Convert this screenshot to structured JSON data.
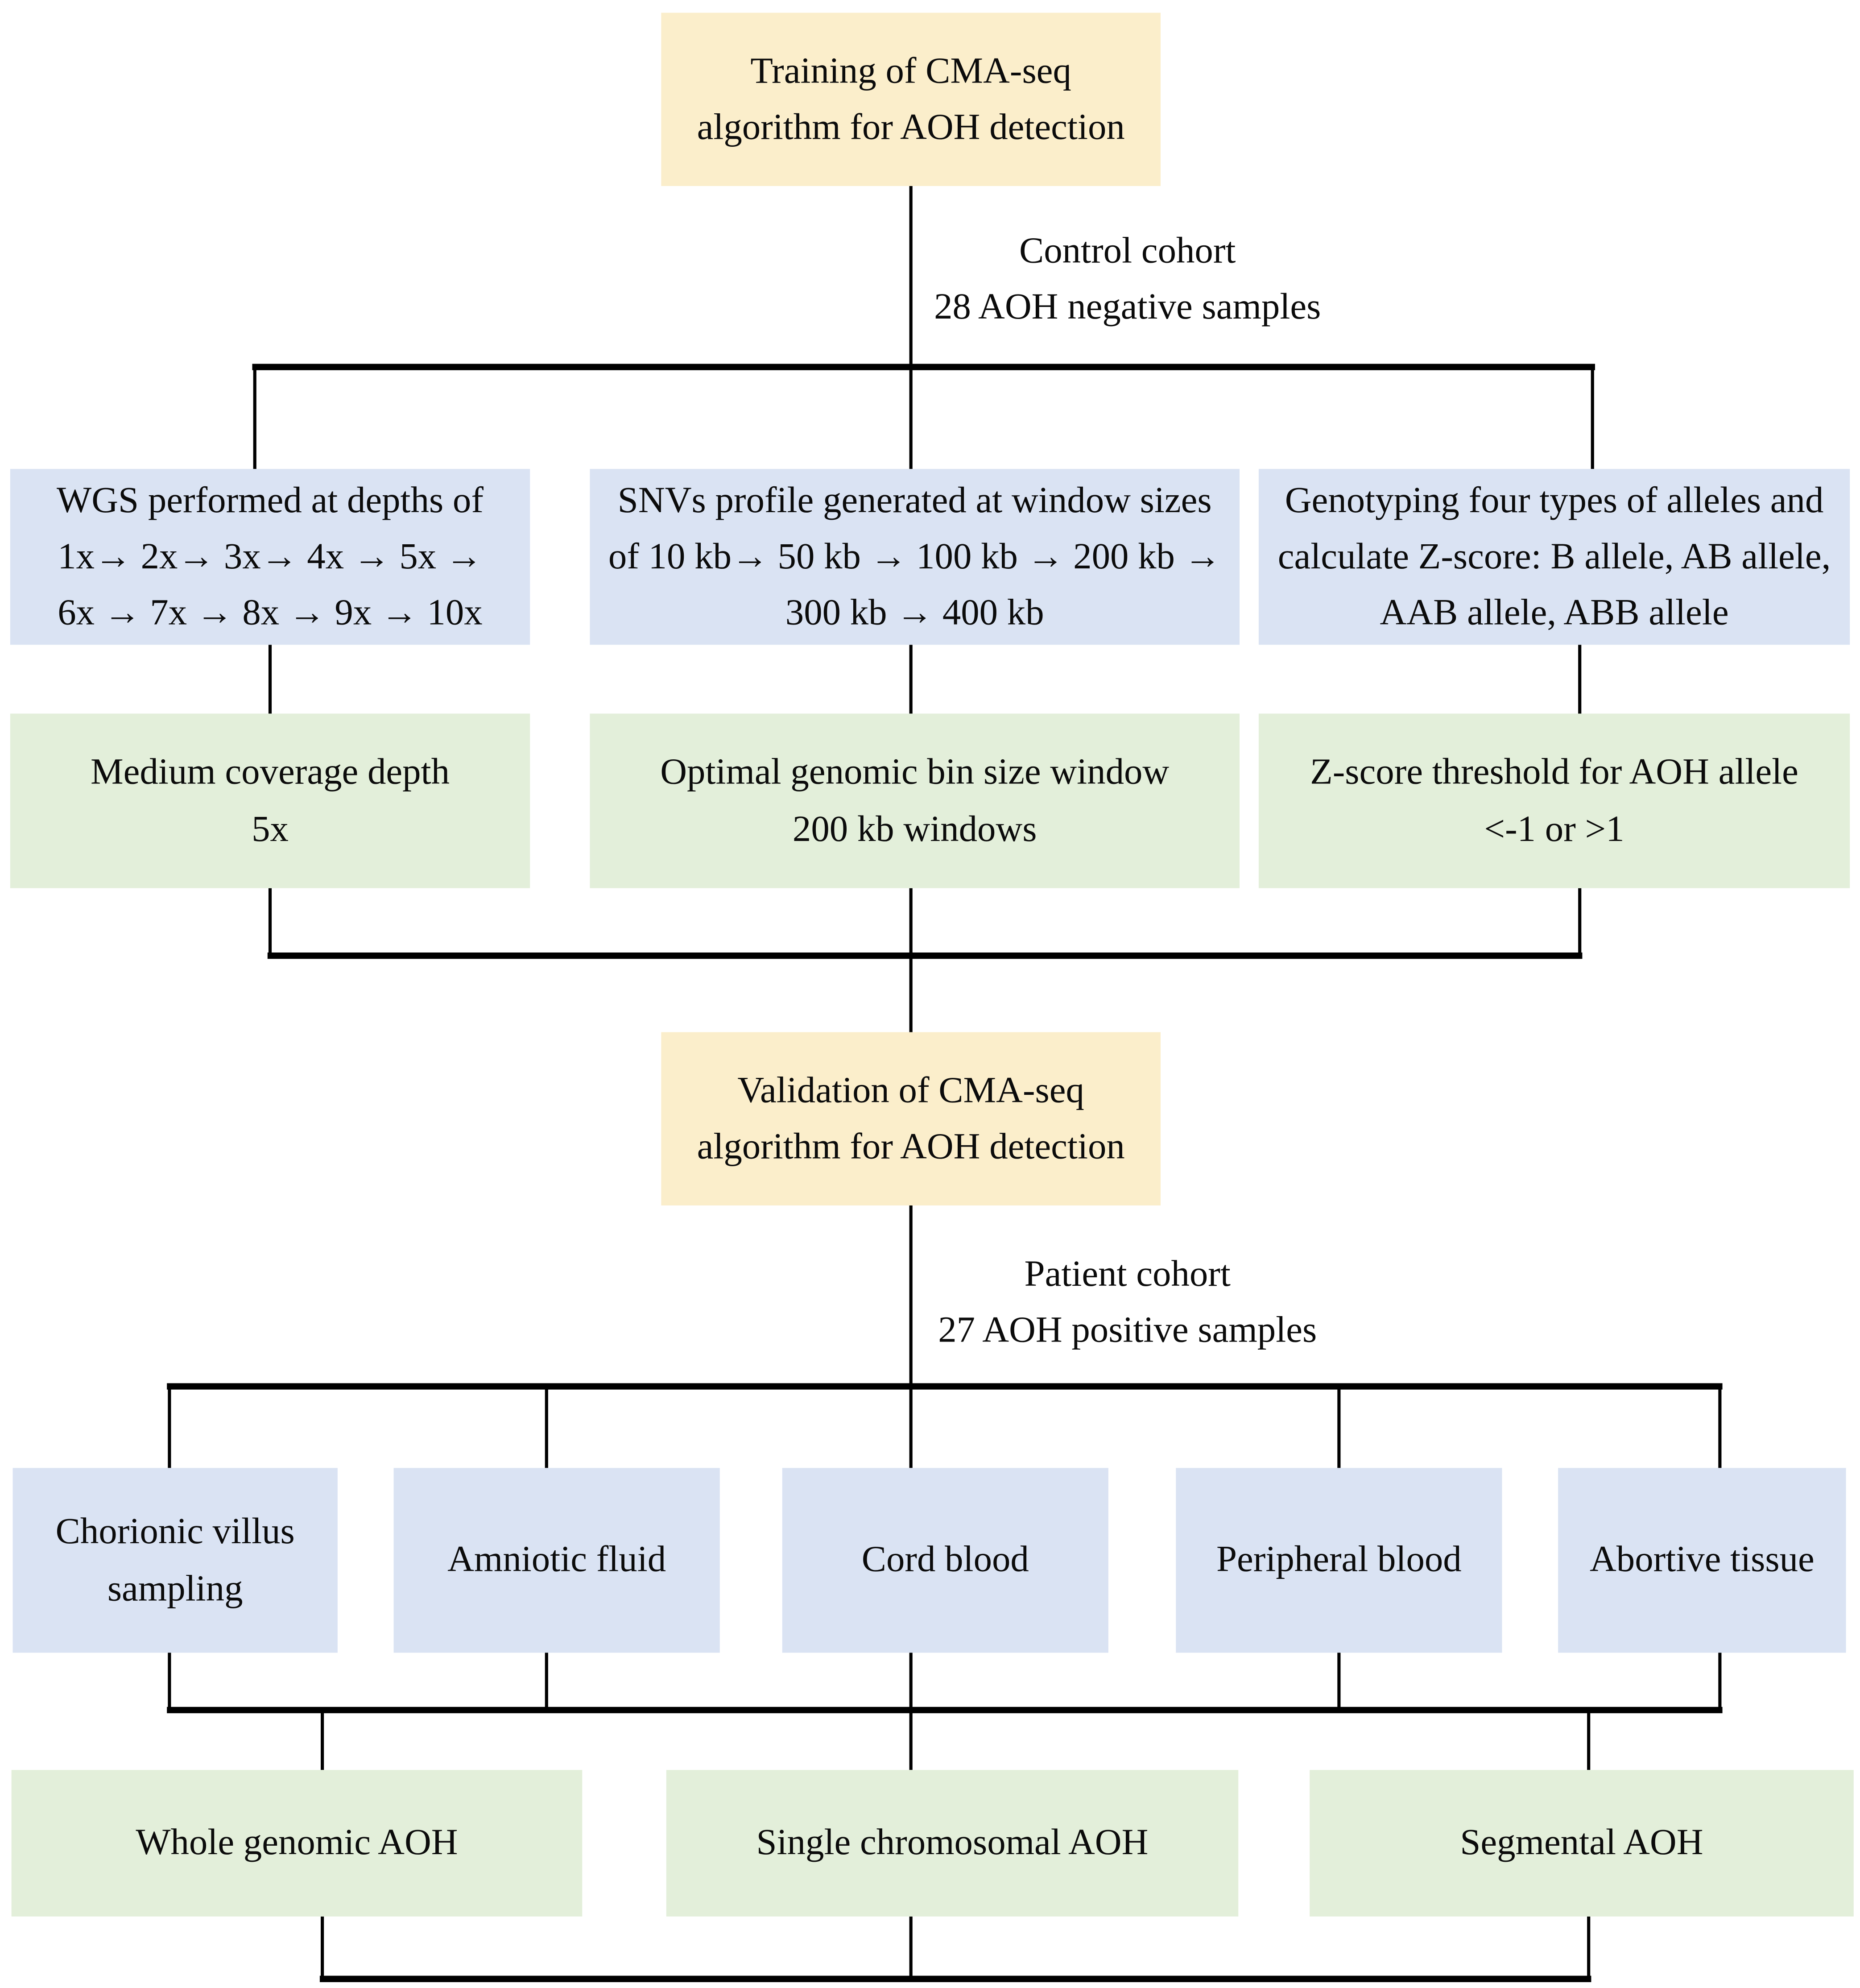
{
  "figure": {
    "type": "flowchart",
    "description": "Training and validation workflow of CMA-seq algorithm for AOH detection"
  },
  "colors": {
    "yellow": "#fbeecb",
    "blue": "#dae3f3",
    "green": "#e3efda",
    "line": "#000000"
  },
  "nodes": {
    "training": {
      "label": "Training of CMA-seq\nalgorithm for AOH detection"
    },
    "control_cohort": {
      "label": "Control cohort\n28 AOH negative samples"
    },
    "wgs": {
      "label": "WGS performed at depths of\n1x→ 2x→ 3x→ 4x → 5x →\n6x → 7x → 8x → 9x → 10x"
    },
    "snv": {
      "label": "SNVs profile generated at window sizes\nof 10 kb→ 50 kb → 100 kb → 200 kb →\n300 kb → 400 kb"
    },
    "genotyping": {
      "label": "Genotyping four types of alleles and\ncalculate Z-score: B allele, AB allele,\nAAB allele, ABB allele"
    },
    "coverage": {
      "label": "Medium coverage depth\n5x"
    },
    "binsize": {
      "label": "Optimal genomic bin size window\n200 kb windows"
    },
    "zscore": {
      "label": "Z-score threshold for AOH allele\n<-1 or >1"
    },
    "validation": {
      "label": "Validation of CMA-seq\nalgorithm for AOH detection"
    },
    "patient_cohort": {
      "label": "Patient cohort\n27 AOH positive samples"
    },
    "cvs": {
      "label": "Chorionic villus\nsampling"
    },
    "amniotic": {
      "label": "Amniotic fluid"
    },
    "cord": {
      "label": "Cord blood"
    },
    "peripheral": {
      "label": "Peripheral blood"
    },
    "abortive": {
      "label": "Abortive tissue"
    },
    "whole_genomic": {
      "label": "Whole genomic AOH"
    },
    "single_chromosomal": {
      "label": "Single chromosomal AOH"
    },
    "segmental": {
      "label": "Segmental AOH"
    }
  }
}
